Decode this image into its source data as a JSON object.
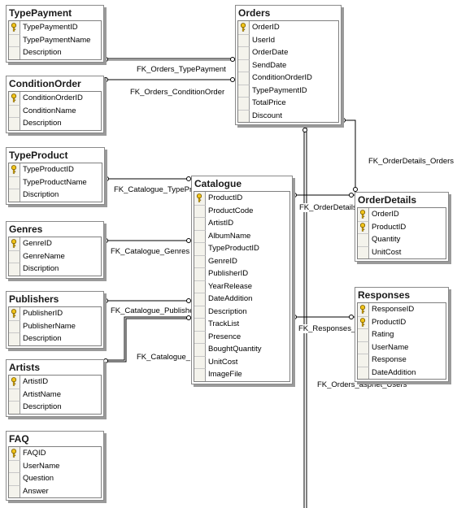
{
  "tables": [
    {
      "id": "typepayment",
      "title": "TypePayment",
      "columns": [
        {
          "name": "TypePaymentID",
          "pk": true
        },
        {
          "name": "TypePaymentName"
        },
        {
          "name": "Description"
        }
      ]
    },
    {
      "id": "orders",
      "title": "Orders",
      "columns": [
        {
          "name": "OrderID",
          "pk": true
        },
        {
          "name": "UserId"
        },
        {
          "name": "OrderDate"
        },
        {
          "name": "SendDate"
        },
        {
          "name": "ConditionOrderID"
        },
        {
          "name": "TypePaymentID"
        },
        {
          "name": "TotalPrice"
        },
        {
          "name": "Discount"
        }
      ]
    },
    {
      "id": "conditionorder",
      "title": "ConditionOrder",
      "columns": [
        {
          "name": "ConditionOrderID",
          "pk": true
        },
        {
          "name": "ConditionName"
        },
        {
          "name": "Description"
        }
      ]
    },
    {
      "id": "typeproduct",
      "title": "TypeProduct",
      "columns": [
        {
          "name": "TypeProductID",
          "pk": true
        },
        {
          "name": "TypeProductName"
        },
        {
          "name": "Discription"
        }
      ]
    },
    {
      "id": "catalogue",
      "title": "Catalogue",
      "columns": [
        {
          "name": "ProductID",
          "pk": true
        },
        {
          "name": "ProductCode"
        },
        {
          "name": "ArtistID"
        },
        {
          "name": "AlbumName"
        },
        {
          "name": "TypeProductID"
        },
        {
          "name": "GenreID"
        },
        {
          "name": "PublisherID"
        },
        {
          "name": "YearRelease"
        },
        {
          "name": "DateAddition"
        },
        {
          "name": "Description"
        },
        {
          "name": "TrackList"
        },
        {
          "name": "Presence"
        },
        {
          "name": "BoughtQuantity"
        },
        {
          "name": "UnitCost"
        },
        {
          "name": "ImageFile"
        }
      ]
    },
    {
      "id": "orderdetails",
      "title": "OrderDetails",
      "columns": [
        {
          "name": "OrderID",
          "pk": true
        },
        {
          "name": "ProductID",
          "pk": true
        },
        {
          "name": "Quantity"
        },
        {
          "name": "UnitCost"
        }
      ]
    },
    {
      "id": "genres",
      "title": "Genres",
      "columns": [
        {
          "name": "GenreID",
          "pk": true
        },
        {
          "name": "GenreName"
        },
        {
          "name": "Discription"
        }
      ]
    },
    {
      "id": "publishers",
      "title": "Publishers",
      "columns": [
        {
          "name": "PublisherID",
          "pk": true
        },
        {
          "name": "PublisherName"
        },
        {
          "name": "Description"
        }
      ]
    },
    {
      "id": "responses",
      "title": "Responses",
      "columns": [
        {
          "name": "ResponseID",
          "pk": true
        },
        {
          "name": "ProductID",
          "pk": true
        },
        {
          "name": "Rating"
        },
        {
          "name": "UserName"
        },
        {
          "name": "Response"
        },
        {
          "name": "DateAddition"
        }
      ]
    },
    {
      "id": "artists",
      "title": "Artists",
      "columns": [
        {
          "name": "ArtistID",
          "pk": true
        },
        {
          "name": "ArtistName"
        },
        {
          "name": "Description"
        }
      ]
    },
    {
      "id": "faq",
      "title": "FAQ",
      "columns": [
        {
          "name": "FAQID",
          "pk": true
        },
        {
          "name": "UserName"
        },
        {
          "name": "Question"
        },
        {
          "name": "Answer"
        }
      ]
    }
  ],
  "relationships": {
    "orders_typepayment": "FK_Orders_TypePayment",
    "orders_conditionorder": "FK_Orders_ConditionOrder",
    "orderdetails_orders": "FK_OrderDetails_Orders",
    "catalogue_typeproduct": "FK_Catalogue_TypePro",
    "orderdetails_catalogue": "FK_OrderDetails",
    "catalogue_genres": "FK_Catalogue_Genres",
    "catalogue_publishers": "FK_Catalogue_Publishe",
    "catalogue_artists": "FK_Catalogue_",
    "responses_catalogue": "FK_Responses_",
    "orders_aspnet_users": "FK_Orders_aspnet_Users"
  },
  "colors": {
    "line": "#000000",
    "key": "#f0c419",
    "header_bg": "#ffffff"
  }
}
